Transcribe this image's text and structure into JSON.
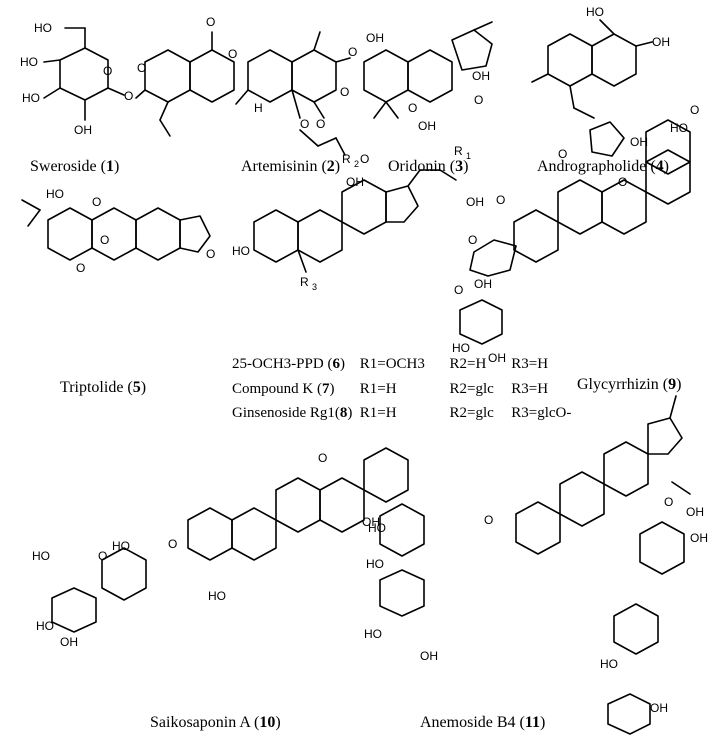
{
  "compounds": [
    {
      "name": "Sweroside",
      "number": "1"
    },
    {
      "name": "Artemisinin",
      "number": "2"
    },
    {
      "name": "Oridonin",
      "number": "3"
    },
    {
      "name": "Andrographolide",
      "number": "4"
    },
    {
      "name": "Triptolide",
      "number": "5"
    },
    {
      "name": "Glycyrrhizin",
      "number": "9"
    },
    {
      "name": "Saikosaponin A",
      "number": "10"
    },
    {
      "name": "Anemoside B4",
      "number": "11"
    }
  ],
  "substituent_table": [
    {
      "name": "25-OCH3-PPD",
      "number": "6",
      "r1": "R1=OCH3",
      "r2": "R2=H",
      "r3": "R3=H"
    },
    {
      "name": "Compound K",
      "number": "7",
      "r1": "R1=H",
      "r2": "R2=glc",
      "r3": "R3=H"
    },
    {
      "name": "Ginsenoside Rg1",
      "number": "8",
      "r1": "R1=H",
      "r2": "R2=glc",
      "r3": "R3=glcO-"
    }
  ]
}
